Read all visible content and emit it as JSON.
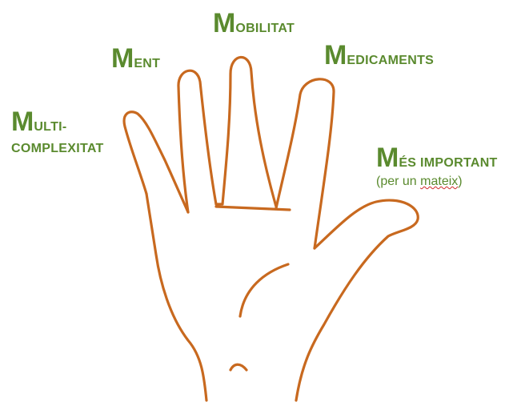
{
  "labels": {
    "multi": {
      "initial": "M",
      "rest_line1": "ULTI-",
      "line2": "COMPLEXITAT"
    },
    "ment": {
      "initial": "M",
      "rest": "ENT"
    },
    "mobilitat": {
      "initial": "M",
      "rest": "OBILITAT"
    },
    "medicaments": {
      "initial": "M",
      "rest": "EDICAMENTS"
    },
    "mes_important": {
      "initial": "M",
      "rest": "ÉS IMPORTANT",
      "sub_prefix": "(per un ",
      "sub_underlined": "mateix",
      "sub_suffix": ")"
    }
  },
  "colors": {
    "label_green": "#5a8a2e",
    "hand_outline": "#c8691f",
    "spellcheck_underline": "#d02828"
  }
}
